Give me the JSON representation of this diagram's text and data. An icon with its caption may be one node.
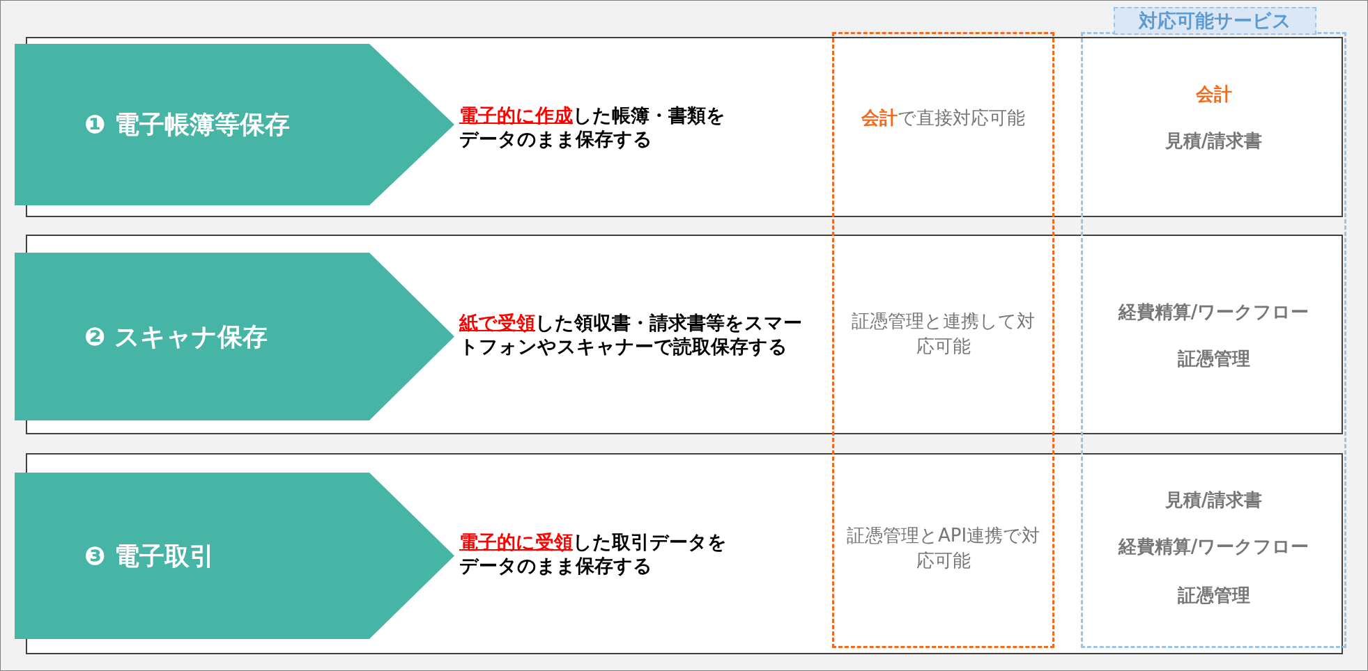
{
  "diagram": {
    "nodes": [
      {
        "text": [
          "**電子的に作成**した帳簿・書類をデータのまま保存する"
        ]
      },
      {
        "text": [
          "❶ 電子帳簿等保存"
        ],
        "in": 0
      },
      {
        "text": [
          "**紙で受領**した領収書・請求書等をスマートフォンやスキャナーで読取保存する"
        ]
      },
      {
        "text": [
          "❷ スキャナ保存"
        ],
        "in": 2
      },
      {
        "text": [
          "**電子的に受領**した取引データをデータのまま保存する"
        ]
      },
      {
        "text": [
          "❸ 電子取引"
        ],
        "in": 4
      },
      {
        "text": [
          "**会計**で直接対応可能",
          "証憑管理と連携して対応可能",
          "証憑管理とAPI連携で対応可能"
        ]
      },
      {
        "text": [
          "対応可能サービス"
        ]
      },
      {
        "text": [
          "**会計**",
          "見積/請求書",
          "経費精算/ワークフロー",
          "証憑管理",
          "見積/請求書",
          "経費精算/ワークフロー",
          "証憑管理"
        ]
      }
    ],
    "edges": []
  }
}
